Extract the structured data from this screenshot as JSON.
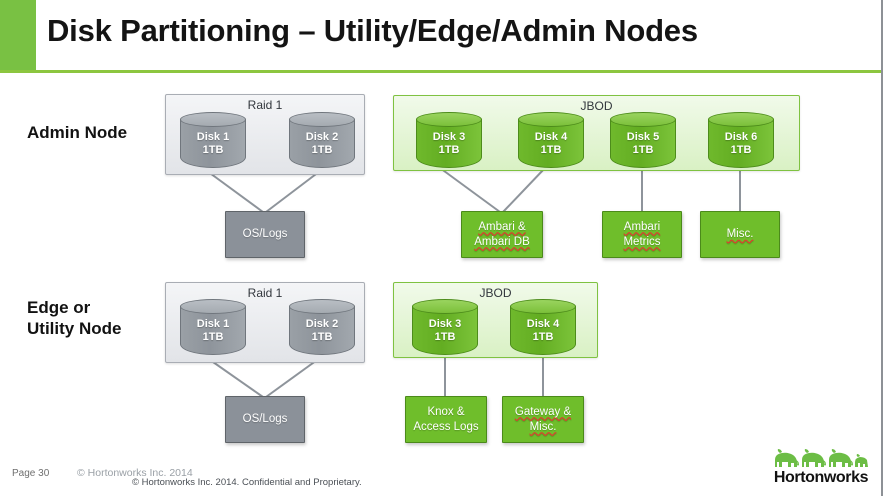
{
  "slide": {
    "title": "Disk Partitioning – Utility/Edge/Admin Nodes",
    "accent_green": "#79c143",
    "rule_green": "#8cc63f"
  },
  "rows": [
    {
      "label": "Admin Node",
      "groups": [
        {
          "name": "Raid 1",
          "style": "gray",
          "disks": [
            {
              "name": "Disk 1",
              "size": "1TB"
            },
            {
              "name": "Disk 2",
              "size": "1TB"
            }
          ],
          "targets": [
            {
              "label": "OS/Logs",
              "style": "gray",
              "misspelled": false
            }
          ]
        },
        {
          "name": "JBOD",
          "style": "green",
          "disks": [
            {
              "name": "Disk 3",
              "size": "1TB"
            },
            {
              "name": "Disk 4",
              "size": "1TB"
            },
            {
              "name": "Disk 5",
              "size": "1TB"
            },
            {
              "name": "Disk 6",
              "size": "1TB"
            }
          ],
          "targets": [
            {
              "label": "Ambari &\nAmbari DB",
              "style": "green",
              "misspelled": true
            },
            {
              "label": "Ambari\nMetrics",
              "style": "green",
              "misspelled": true
            },
            {
              "label": "Misc.",
              "style": "green",
              "misspelled": true
            }
          ]
        }
      ]
    },
    {
      "label": "Edge or\nUtility Node",
      "groups": [
        {
          "name": "Raid 1",
          "style": "gray",
          "disks": [
            {
              "name": "Disk 1",
              "size": "1TB"
            },
            {
              "name": "Disk 2",
              "size": "1TB"
            }
          ],
          "targets": [
            {
              "label": "OS/Logs",
              "style": "gray",
              "misspelled": false
            }
          ]
        },
        {
          "name": "JBOD",
          "style": "green",
          "disks": [
            {
              "name": "Disk 3",
              "size": "1TB"
            },
            {
              "name": "Disk 4",
              "size": "1TB"
            }
          ],
          "targets": [
            {
              "label": "Knox &\nAccess Logs",
              "style": "green",
              "misspelled": false
            },
            {
              "label": "Gateway &\nMisc.",
              "style": "green",
              "misspelled": true
            }
          ]
        }
      ]
    }
  ],
  "disks": {
    "r1_d1": "Disk 1\n1TB",
    "r1_d2": "Disk 2\n1TB",
    "r1_d3": "Disk 3\n1TB",
    "r1_d4": "Disk 4\n1TB",
    "r1_d5": "Disk 5\n1TB",
    "r1_d6": "Disk 6\n1TB",
    "r2_d1": "Disk 1\n1TB",
    "r2_d2": "Disk 2\n1TB",
    "r2_d3": "Disk 3\n1TB",
    "r2_d4": "Disk 4\n1TB"
  },
  "groups": {
    "r1_raid1": "Raid 1",
    "r1_jbod": "JBOD",
    "r2_raid1": "Raid 1",
    "r2_jbod": "JBOD"
  },
  "targets": {
    "r1_oslogs": "OS/Logs",
    "r1_ambari_db": "Ambari &\nAmbari DB",
    "r1_ambari_metrics": "Ambari\nMetrics",
    "r1_misc": "Misc.",
    "r2_oslogs": "OS/Logs",
    "r2_knox": "Knox &\nAccess Logs",
    "r2_gateway": "Gateway &\nMisc."
  },
  "labels": {
    "admin_node": "Admin Node",
    "edge_node": "Edge or\nUtility Node"
  },
  "footer": {
    "page": "Page 30",
    "copyright_top": "© Hortonworks Inc. 2014",
    "copyright_bottom": "© Hortonworks Inc. 2014. Confidential and Proprietary."
  },
  "logo": {
    "wordmark": "Hortonworks",
    "elephant_color": "#6cbd45",
    "icon": "elephants-icon"
  }
}
